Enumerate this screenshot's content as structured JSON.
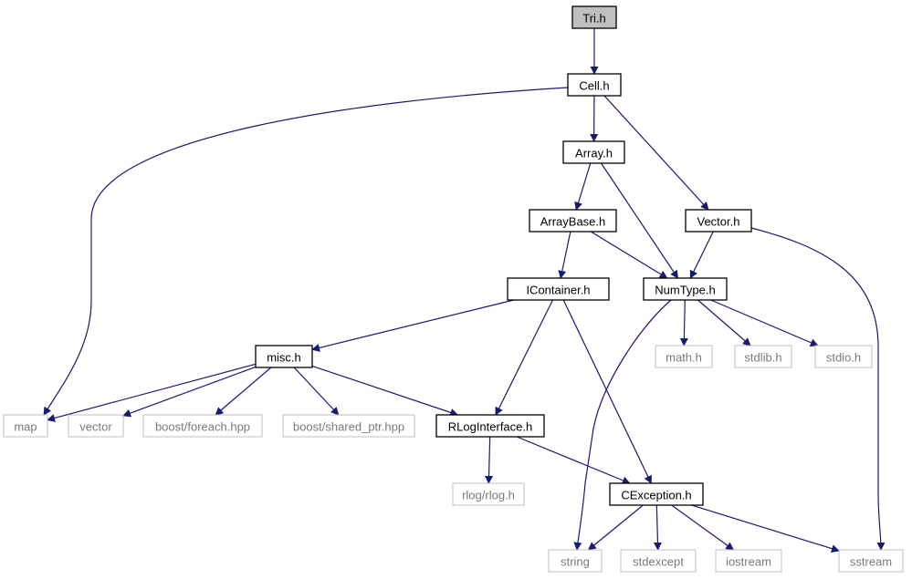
{
  "colors": {
    "edge": "#191970",
    "root_fill": "#bfbfbf",
    "external_border": "#bfbfbf",
    "external_text": "#7a7a7a"
  },
  "nodes": [
    {
      "id": "tri",
      "label": "Tri.h",
      "kind": "root"
    },
    {
      "id": "cell",
      "label": "Cell.h",
      "kind": "solid"
    },
    {
      "id": "array",
      "label": "Array.h",
      "kind": "solid"
    },
    {
      "id": "vector_h",
      "label": "Vector.h",
      "kind": "solid"
    },
    {
      "id": "arraybase",
      "label": "ArrayBase.h",
      "kind": "solid"
    },
    {
      "id": "icontainer",
      "label": "IContainer.h",
      "kind": "solid"
    },
    {
      "id": "numtype",
      "label": "NumType.h",
      "kind": "solid"
    },
    {
      "id": "misc",
      "label": "misc.h",
      "kind": "solid"
    },
    {
      "id": "mathh",
      "label": "math.h",
      "kind": "external"
    },
    {
      "id": "stdlib",
      "label": "stdlib.h",
      "kind": "external"
    },
    {
      "id": "stdio",
      "label": "stdio.h",
      "kind": "external"
    },
    {
      "id": "map",
      "label": "map",
      "kind": "external"
    },
    {
      "id": "vector",
      "label": "vector",
      "kind": "external"
    },
    {
      "id": "foreach",
      "label": "boost/foreach.hpp",
      "kind": "external"
    },
    {
      "id": "sharedptr",
      "label": "boost/shared_ptr.hpp",
      "kind": "external"
    },
    {
      "id": "rlogif",
      "label": "RLogInterface.h",
      "kind": "solid"
    },
    {
      "id": "rlog",
      "label": "rlog/rlog.h",
      "kind": "external"
    },
    {
      "id": "cexception",
      "label": "CException.h",
      "kind": "solid"
    },
    {
      "id": "string",
      "label": "string",
      "kind": "external"
    },
    {
      "id": "stdexcept",
      "label": "stdexcept",
      "kind": "external"
    },
    {
      "id": "iostream",
      "label": "iostream",
      "kind": "external"
    },
    {
      "id": "sstream",
      "label": "sstream",
      "kind": "external"
    }
  ],
  "edges": [
    {
      "from": "tri",
      "to": "cell"
    },
    {
      "from": "cell",
      "to": "map"
    },
    {
      "from": "cell",
      "to": "array"
    },
    {
      "from": "cell",
      "to": "vector_h"
    },
    {
      "from": "array",
      "to": "arraybase"
    },
    {
      "from": "array",
      "to": "numtype"
    },
    {
      "from": "vector_h",
      "to": "numtype"
    },
    {
      "from": "vector_h",
      "to": "sstream"
    },
    {
      "from": "arraybase",
      "to": "icontainer"
    },
    {
      "from": "arraybase",
      "to": "numtype"
    },
    {
      "from": "icontainer",
      "to": "misc"
    },
    {
      "from": "icontainer",
      "to": "rlogif"
    },
    {
      "from": "icontainer",
      "to": "cexception"
    },
    {
      "from": "numtype",
      "to": "string"
    },
    {
      "from": "numtype",
      "to": "mathh"
    },
    {
      "from": "numtype",
      "to": "stdlib"
    },
    {
      "from": "numtype",
      "to": "stdio"
    },
    {
      "from": "misc",
      "to": "map"
    },
    {
      "from": "misc",
      "to": "vector"
    },
    {
      "from": "misc",
      "to": "foreach"
    },
    {
      "from": "misc",
      "to": "sharedptr"
    },
    {
      "from": "misc",
      "to": "rlogif"
    },
    {
      "from": "rlogif",
      "to": "rlog"
    },
    {
      "from": "rlogif",
      "to": "cexception"
    },
    {
      "from": "cexception",
      "to": "string"
    },
    {
      "from": "cexception",
      "to": "stdexcept"
    },
    {
      "from": "cexception",
      "to": "iostream"
    },
    {
      "from": "cexception",
      "to": "sstream"
    }
  ]
}
